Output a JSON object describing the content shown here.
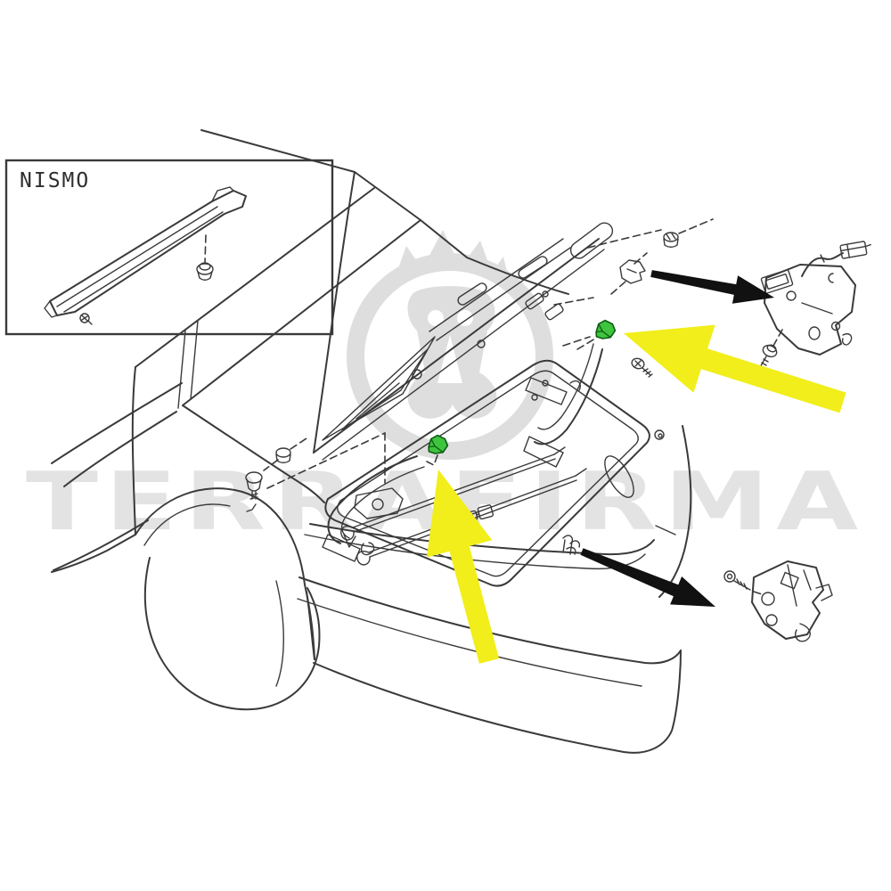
{
  "inset": {
    "label": "NISMO"
  },
  "watermark": {
    "text": "TERRAFIRMA",
    "logo_icon": "circular-crown-emblem-watermark"
  },
  "colors": {
    "line": "#3a3a3a",
    "highlight_yellow": "#f1ee1b",
    "clip_green": "#3ec43e",
    "clip_green_outline": "#0f5c13",
    "arrow_black": "#111111",
    "watermark_text": "#e3e3e3",
    "watermark_logo": "#dedede",
    "background": "#ffffff"
  },
  "diagram": {
    "highlighted_parts": [
      {
        "name": "grommet-clip-right",
        "marker": "yellow-arrow",
        "color": "#3ec43e"
      },
      {
        "name": "grommet-clip-center",
        "marker": "yellow-arrow",
        "color": "#3ec43e"
      }
    ],
    "callout_parts": [
      {
        "name": "trunk-lock-actuator-assembly",
        "marker": "black-arrow"
      },
      {
        "name": "trunk-striker-latch",
        "marker": "black-arrow"
      }
    ]
  }
}
